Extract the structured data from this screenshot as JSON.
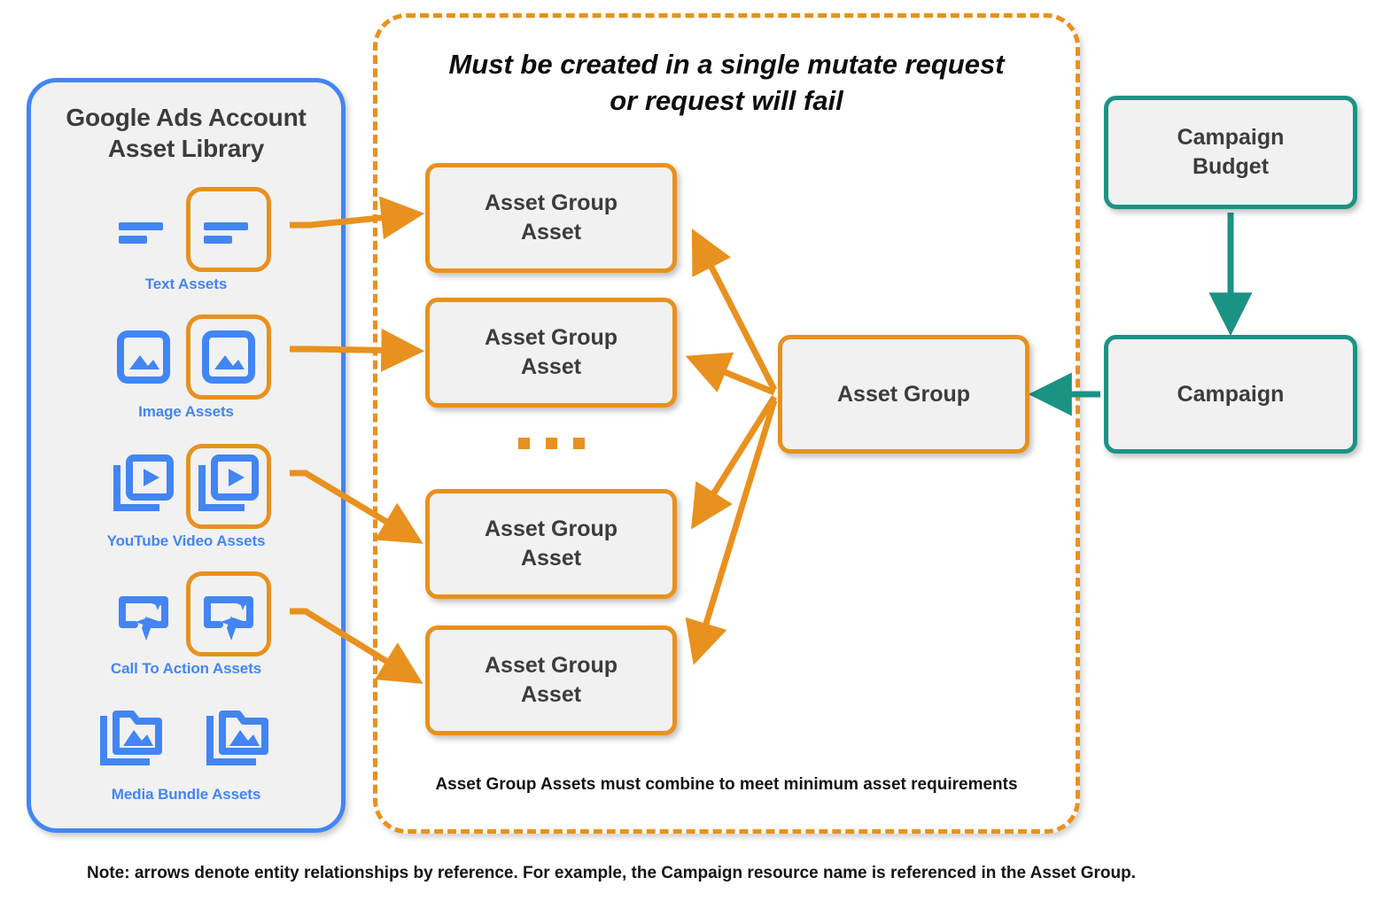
{
  "library": {
    "title": "Google Ads Account\nAsset Library",
    "title_line1": "Google Ads Account",
    "title_line2": "Asset Library",
    "rows": [
      {
        "id": "text",
        "caption": "Text Assets",
        "icon": "text-lines-icon"
      },
      {
        "id": "image",
        "caption": "Image Assets",
        "icon": "image-icon"
      },
      {
        "id": "youtube",
        "caption": "YouTube Video  Assets",
        "icon": "video-stack-icon"
      },
      {
        "id": "cta",
        "caption": "Call To Action Assets",
        "icon": "call-to-action-sparkle-icon"
      },
      {
        "id": "media-bundle",
        "caption": "Media Bundle  Assets",
        "icon": "media-bundle-folder-icon"
      }
    ]
  },
  "mutate_region": {
    "heading_line1": "Must be created in a single mutate request",
    "heading_line2": "or request will fail",
    "footnote": "Asset Group Assets must combine to meet minimum asset requirements",
    "ellipsis": "···"
  },
  "nodes": {
    "asset_group_assets": [
      {
        "label": "Asset Group\nAsset",
        "line1": "Asset Group",
        "line2": "Asset"
      },
      {
        "label": "Asset Group\nAsset",
        "line1": "Asset Group",
        "line2": "Asset"
      },
      {
        "label": "Asset Group\nAsset",
        "line1": "Asset Group",
        "line2": "Asset"
      },
      {
        "label": "Asset Group\nAsset",
        "line1": "Asset Group",
        "line2": "Asset"
      }
    ],
    "asset_group": "Asset Group",
    "campaign_budget_line1": "Campaign",
    "campaign_budget_line2": "Budget",
    "campaign": "Campaign"
  },
  "footer": {
    "note": "Note: arrows denote entity relationships by reference. For example, the Campaign resource name is referenced in the Asset Group."
  },
  "colors": {
    "orange": "#e8911e",
    "teal": "#1b9384",
    "blue": "#4285f4",
    "node_fill": "#f1f1f1",
    "text_dark": "#3c3c3c"
  }
}
